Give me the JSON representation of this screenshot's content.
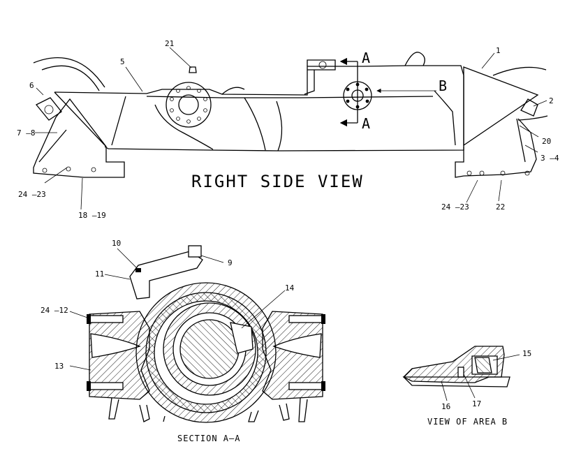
{
  "views": {
    "right_side": "RIGHT SIDE VIEW",
    "section": "SECTION A—A",
    "area": "VIEW OF AREA B"
  },
  "section_markers": {
    "a": "A",
    "b": "B"
  },
  "callouts": {
    "c1": "1",
    "c2": "2",
    "c3_4": "3 —4",
    "c5": "5",
    "c6": "6",
    "c7_8": "7 —8",
    "c9": "9",
    "c10": "10",
    "c11": "11",
    "c13": "13",
    "c14": "14",
    "c15": "15",
    "c16": "16",
    "c17": "17",
    "c18_19": "18 –19",
    "c20": "20",
    "c21": "21",
    "c22": "22",
    "c24_23_left": "24 –23",
    "c24_23_right": "24 –23",
    "c24_12": "24 –12"
  }
}
